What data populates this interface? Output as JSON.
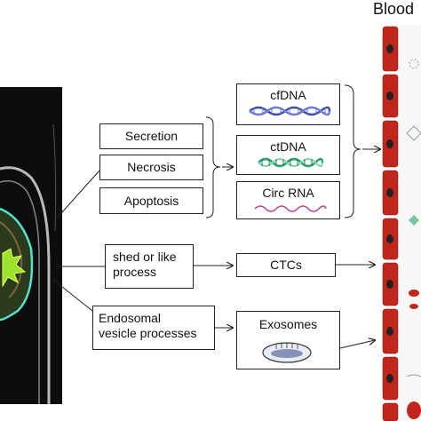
{
  "labels": {
    "blood": "Blood",
    "secretion": "Secretion",
    "necrosis": "Necrosis",
    "apoptosis": "Apoptosis",
    "cfdna": "cfDNA",
    "ctdna": "ctDNA",
    "circrna": "Circ RNA",
    "shed_line1": "shed or like",
    "shed_line2": "process",
    "ctcs": "CTCs",
    "endo_line1": "Endosomal",
    "endo_line2": "vesicle processes",
    "exosomes": "Exosomes"
  },
  "colors": {
    "vessel_red": "#c0261b",
    "body_dark": "#111111",
    "tumor_green": "#9be22b",
    "lung_outline": "#4fe3d0",
    "dna_blue": "#3a4fa8",
    "ctdna_green": "#2aa06a",
    "rna_pink": "#b23c8c"
  }
}
